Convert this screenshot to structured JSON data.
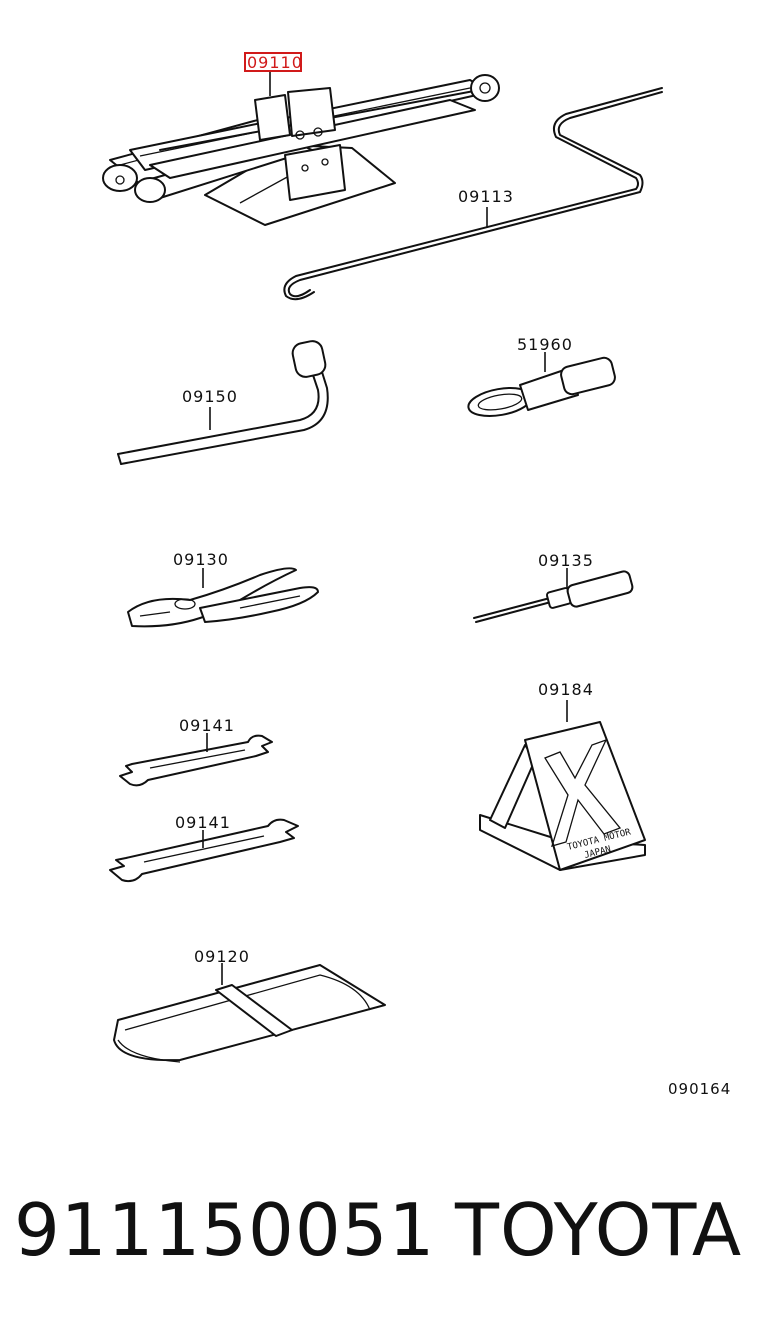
{
  "labels": {
    "jack": "09110",
    "jack_handle": "09113",
    "wheel_wrench": "09150",
    "towing_eye": "51960",
    "pliers": "09130",
    "screwdriver": "09135",
    "wrench_small": "09141",
    "wrench_large": "09141",
    "triangle_block": "09184",
    "tool_bag": "09120"
  },
  "highlighted_part": "09110",
  "highlight_color": "#d11a1a",
  "figure_code": "090164",
  "plate_text": [
    "TOYOTA MOTOR",
    "JAPAN"
  ],
  "footer": {
    "part_number": "911150051",
    "brand": "TOYOTA"
  }
}
